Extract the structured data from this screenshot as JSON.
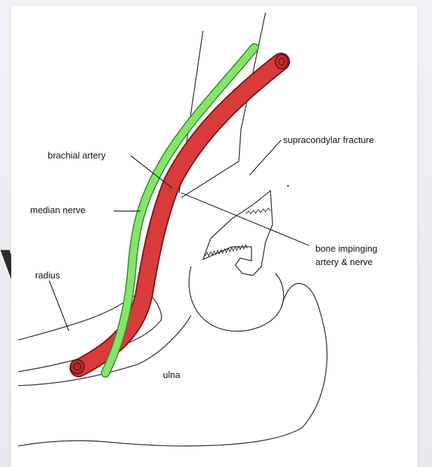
{
  "diagram": {
    "labels": {
      "brachial_artery": "brachial artery",
      "median_nerve": "median nerve",
      "supracondylar_fracture": "supracondylar fracture",
      "bone_impinging_line1": "bone impinging",
      "bone_impinging_line2": "artery & nerve",
      "radius": "radius",
      "ulna": "ulna"
    },
    "colors": {
      "artery": "#d93a3a",
      "artery_outline": "#7a1a1a",
      "nerve": "#7fe063",
      "nerve_outline": "#2f8a2a",
      "bone_outline": "#333333"
    },
    "background_glyph": "V"
  }
}
